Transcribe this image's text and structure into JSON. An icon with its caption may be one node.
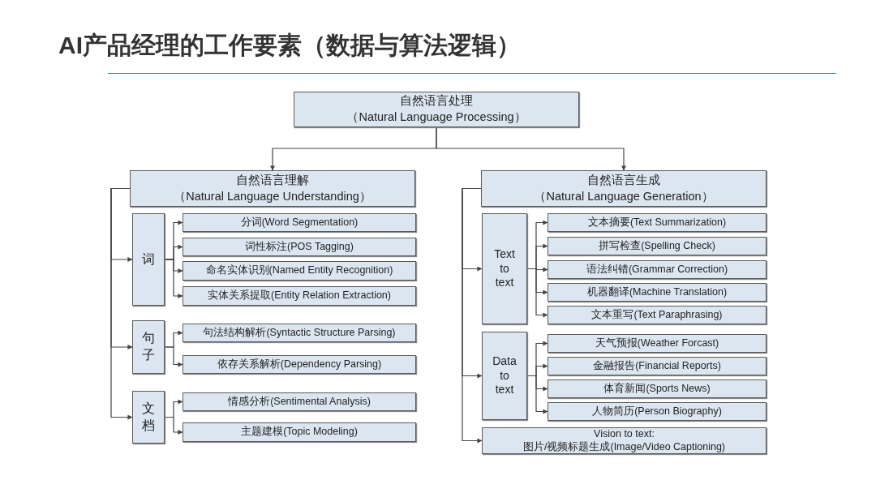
{
  "diagram": {
    "title": "AI产品经理的工作要素（数据与算法逻辑）",
    "nodes": [
      {
        "text": [
          "自然语言处理",
          "（Natural Language Processing）"
        ]
      },
      {
        "text": [
          "自然语言理解",
          "（Natural Language Understanding）"
        ]
      },
      {
        "text": [
          "词"
        ]
      },
      {
        "text": [
          "分词(Word Segmentation)"
        ]
      },
      {
        "text": [
          "词性标注(POS Tagging)"
        ]
      },
      {
        "text": [
          "命名实体识别(Named Entity Recognition)"
        ]
      },
      {
        "text": [
          "实体关系提取(Entity Relation Extraction)"
        ]
      },
      {
        "text": [
          "句子"
        ]
      },
      {
        "text": [
          "句法结构解析(Syntactic Structure Parsing)"
        ]
      },
      {
        "text": [
          "依存关系解析(Dependency Parsing)"
        ]
      },
      {
        "text": [
          "文档"
        ]
      },
      {
        "text": [
          "情感分析(Sentimental Analysis)"
        ]
      },
      {
        "text": [
          "主题建模(Topic Modeling)"
        ]
      },
      {
        "text": [
          "自然语言生成",
          "（Natural Language Generation）"
        ]
      },
      {
        "text": [
          "Text to text"
        ]
      },
      {
        "text": [
          "文本摘要(Text Summarization)"
        ]
      },
      {
        "text": [
          "拼写检查(Spelling Check)"
        ]
      },
      {
        "text": [
          "语法纠错(Grammar Correction)"
        ]
      },
      {
        "text": [
          "机器翻译(Machine Translation)"
        ]
      },
      {
        "text": [
          "文本重写(Text Paraphrasing)"
        ]
      },
      {
        "text": [
          "Data to text"
        ]
      },
      {
        "text": [
          "天气预报(Weather Forcast)"
        ]
      },
      {
        "text": [
          "金融报告(Financial Reports)"
        ]
      },
      {
        "text": [
          "体育新闻(Sports News)"
        ]
      },
      {
        "text": [
          "人物简历(Person Biography)"
        ]
      },
      {
        "text": [
          "Vision to text:",
          "图片/视频标题生成(Image/Video Captioning)"
        ]
      }
    ],
    "edges": [
      {
        "from": 0,
        "to": 1,
        "arrow": "to"
      },
      {
        "from": 0,
        "to": 13,
        "arrow": "to"
      },
      {
        "from": 1,
        "to": 2,
        "arrow": "to"
      },
      {
        "from": 1,
        "to": 7,
        "arrow": "to"
      },
      {
        "from": 1,
        "to": 10,
        "arrow": "to"
      },
      {
        "from": 2,
        "to": 3,
        "arrow": "to"
      },
      {
        "from": 2,
        "to": 4,
        "arrow": "to"
      },
      {
        "from": 2,
        "to": 5,
        "arrow": "to"
      },
      {
        "from": 2,
        "to": 6,
        "arrow": "to"
      },
      {
        "from": 7,
        "to": 8,
        "arrow": "to"
      },
      {
        "from": 7,
        "to": 9,
        "arrow": "to"
      },
      {
        "from": 10,
        "to": 11,
        "arrow": "to"
      },
      {
        "from": 10,
        "to": 12,
        "arrow": "to"
      },
      {
        "from": 13,
        "to": 14,
        "arrow": "to"
      },
      {
        "from": 13,
        "to": 20,
        "arrow": "to"
      },
      {
        "from": 13,
        "to": 25,
        "arrow": "to"
      },
      {
        "from": 14,
        "to": 15,
        "arrow": "to"
      },
      {
        "from": 14,
        "to": 16,
        "arrow": "to"
      },
      {
        "from": 14,
        "to": 17,
        "arrow": "to"
      },
      {
        "from": 14,
        "to": 18,
        "arrow": "to"
      },
      {
        "from": 14,
        "to": 19,
        "arrow": "to"
      },
      {
        "from": 20,
        "to": 21,
        "arrow": "to"
      },
      {
        "from": 20,
        "to": 22,
        "arrow": "to"
      },
      {
        "from": 20,
        "to": 23,
        "arrow": "to"
      },
      {
        "from": 20,
        "to": 24,
        "arrow": "to"
      }
    ]
  }
}
